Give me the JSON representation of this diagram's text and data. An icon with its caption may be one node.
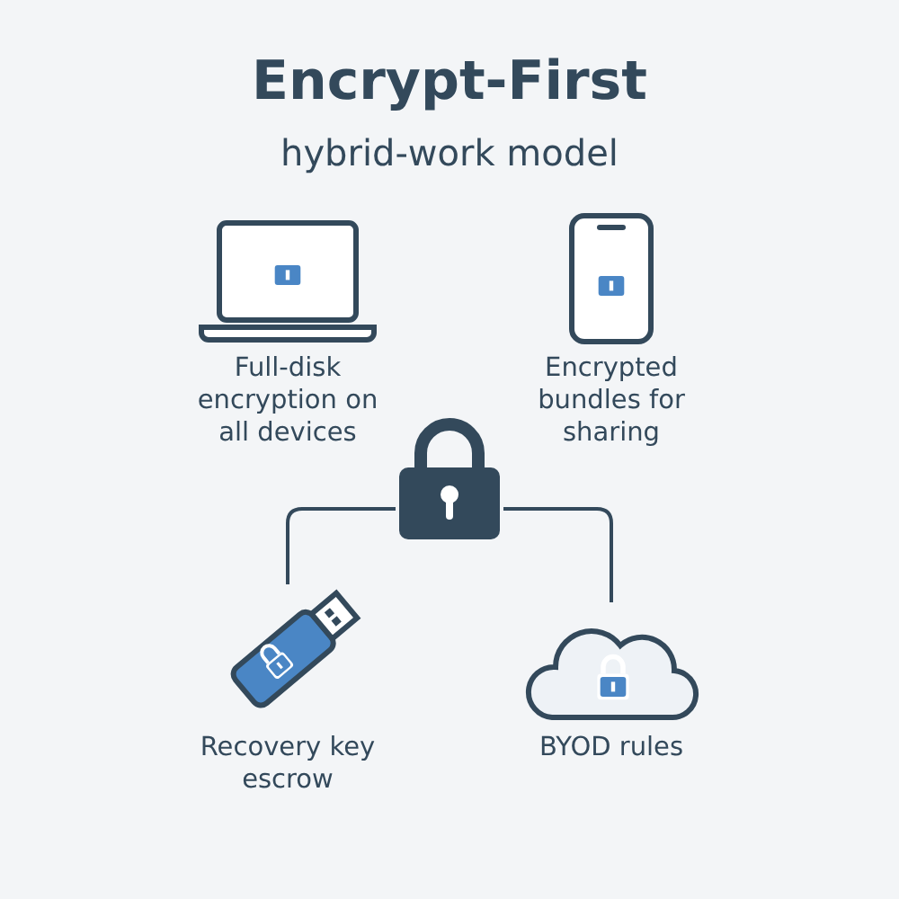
{
  "diagram": {
    "title": "Encrypt-First",
    "caption": "hybrid-work model",
    "nodes": [
      {
        "text": [
          "Full-disk encryption on all devices"
        ]
      },
      {
        "text": [
          "Encrypted bundles for sharing"
        ]
      },
      {
        "text": [],
        "shape": "lock"
      },
      {
        "text": [
          "Recovery key escrow"
        ]
      },
      {
        "text": [
          "BYOD rules"
        ]
      }
    ],
    "edges": [
      {
        "from": 2,
        "to": 3,
        "arrow": "none"
      },
      {
        "from": 2,
        "to": 4,
        "arrow": "none"
      }
    ]
  }
}
